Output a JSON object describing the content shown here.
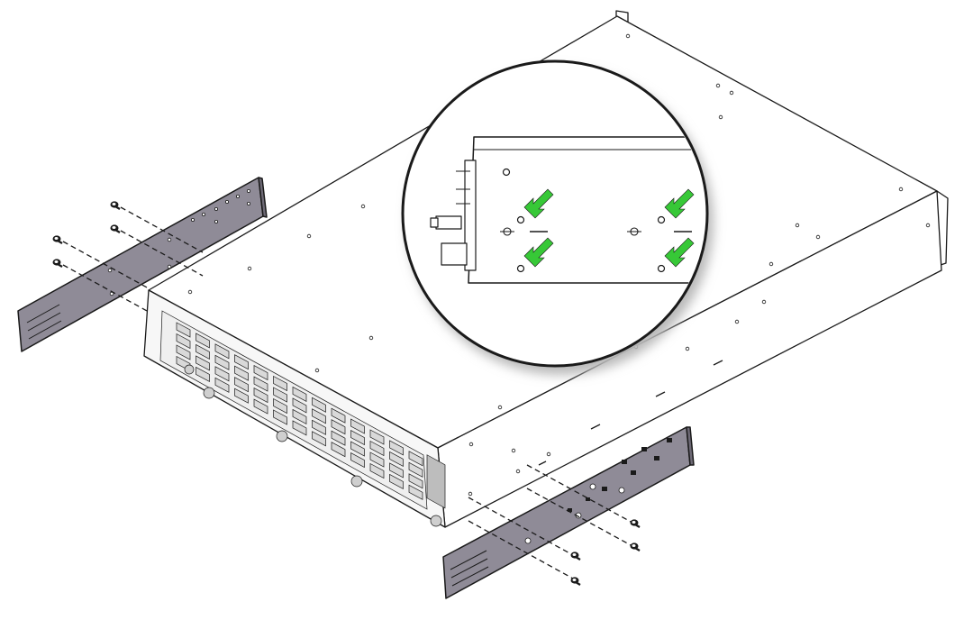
{
  "diagram": {
    "subject": "rack-mount-server-chassis",
    "colors": {
      "line": "#1a1a1a",
      "chassis_fill": "#ffffff",
      "bracket_fill": "#8f8b97",
      "bracket_front_fill": "#6e6a76",
      "arrow": "#37c837",
      "callout_shadow": "#b9b9b9",
      "port_fill": "#d9d9d9"
    },
    "parts": {
      "chassis": "server-chassis",
      "left_bracket": "left-mounting-bracket",
      "right_bracket": "right-mounting-bracket",
      "detail_callout": "mounting-holes-detail"
    },
    "icons": [
      "screw-icon",
      "arrow-icon"
    ]
  }
}
